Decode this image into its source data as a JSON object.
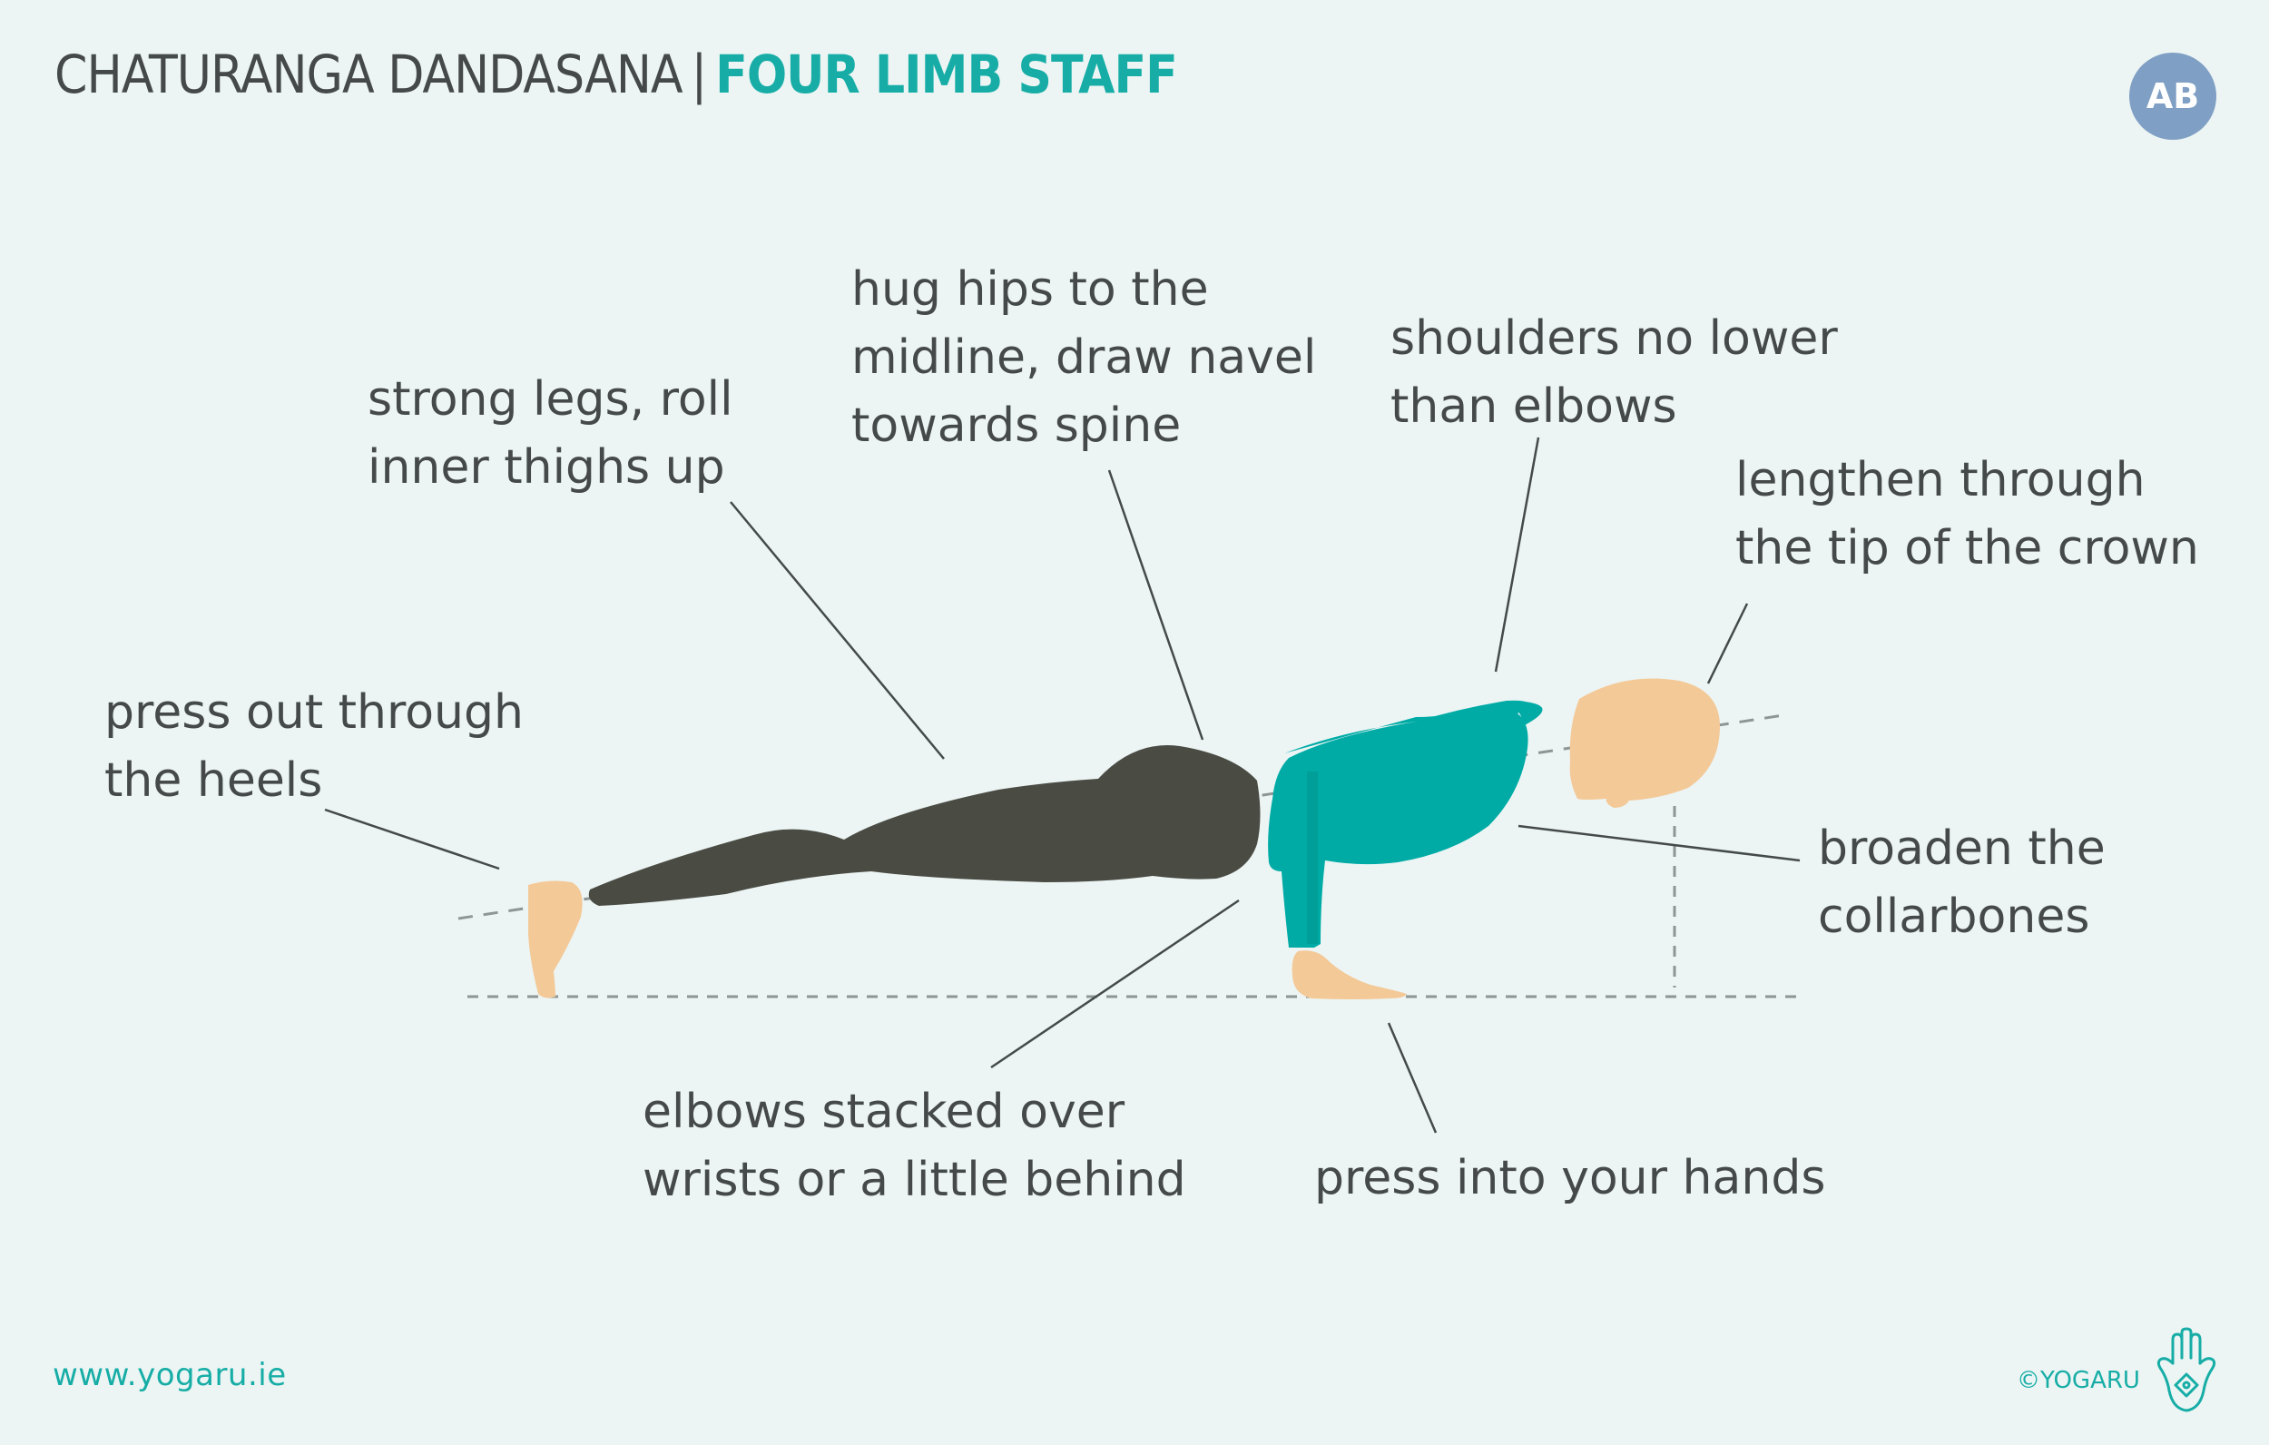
{
  "header": {
    "title_sanskrit": "CHATURANGA DANDASANA",
    "separator": "|",
    "title_english": "FOUR LIMB STAFF",
    "badge": "AB"
  },
  "cues": {
    "heels": [
      "press out through",
      "the heels"
    ],
    "legs": [
      "strong legs, roll",
      "inner thighs up"
    ],
    "hips": [
      "hug hips to the",
      "midline, draw navel",
      "towards spine"
    ],
    "shoulders": [
      "shoulders no lower",
      "than elbows"
    ],
    "crown": [
      "lengthen through",
      "the tip of the crown"
    ],
    "collarbones": [
      "broaden the",
      "collarbones"
    ],
    "elbows": [
      "elbows stacked over",
      "wrists or a little behind"
    ],
    "hands": [
      "press into your hands"
    ]
  },
  "footer": {
    "url": "www.yogaru.ie",
    "copyright": "©YOGARU"
  },
  "colors": {
    "background": "#ecf5f4",
    "accent": "#17ada6",
    "text": "#45494a",
    "pants": "#4a4c44",
    "top": "#00aba6",
    "skin": "#f4c998",
    "badge": "#7f9fc4"
  },
  "icons": {
    "logo": "hamsa-hand-icon"
  }
}
